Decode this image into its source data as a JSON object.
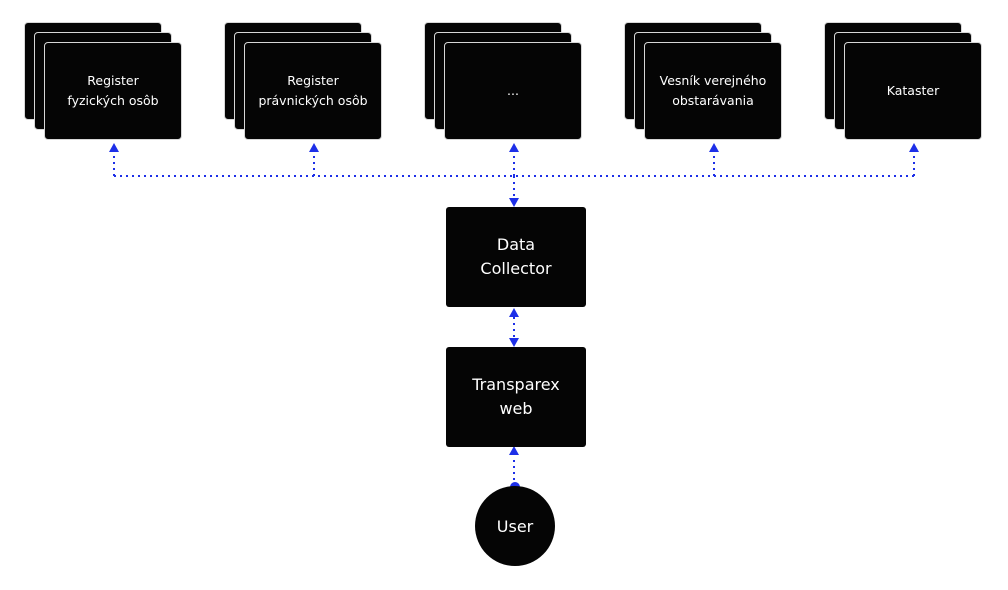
{
  "sources": [
    {
      "label": "Register\nfyzických osôb"
    },
    {
      "label": "Register\nprávnických osôb"
    },
    {
      "label": "..."
    },
    {
      "label": "Vesník verejného\nobstarávania"
    },
    {
      "label": "Kataster"
    }
  ],
  "data_collector": {
    "label": "Data\nCollector"
  },
  "transparex_web": {
    "label": "Transparex\nweb"
  },
  "user": {
    "label": "User"
  },
  "colors": {
    "box_fill": "#050505",
    "box_border": "#d7d7d7",
    "connector": "#1d2fe8",
    "text": "#ffffff"
  },
  "icons": {
    "arrow": "arrowhead-up-icon",
    "connector": "dotted-connector-line"
  }
}
